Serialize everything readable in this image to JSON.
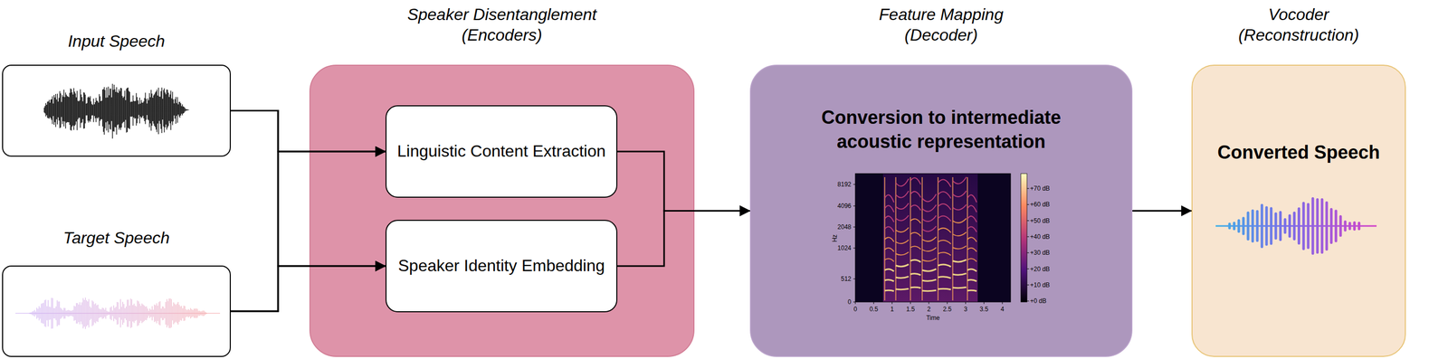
{
  "diagram": {
    "nodes": [
      {
        "text": [
          "Input Speech"
        ]
      },
      {
        "text": [
          "Target Speech"
        ]
      },
      {
        "text": [
          "Speaker Disentanglement (Encoders)"
        ]
      },
      {
        "text": [
          "Linguistic Content Extraction"
        ],
        "in": 2
      },
      {
        "text": [
          "Speaker Identity Embedding"
        ],
        "in": 2
      },
      {
        "text": [
          "Feature Mapping (Decoder)",
          "Conversion to intermediate acoustic representation"
        ]
      },
      {
        "text": [
          "Vocoder (Reconstruction)",
          "Converted Speech"
        ]
      }
    ],
    "edges": [
      {
        "from": 0,
        "to": 3,
        "arrow": "to"
      },
      {
        "from": 0,
        "to": 4,
        "arrow": "to"
      },
      {
        "from": 1,
        "to": 3,
        "arrow": "to"
      },
      {
        "from": 1,
        "to": 4,
        "arrow": "to"
      },
      {
        "from": 3,
        "to": 5,
        "arrow": "to"
      },
      {
        "from": 4,
        "to": 5,
        "arrow": "to"
      },
      {
        "from": 5,
        "to": 6,
        "arrow": "to"
      }
    ],
    "labels": [
      "8192",
      "4096",
      "2048",
      "1024",
      "512",
      "0",
      "Hz",
      "0",
      "0.5",
      "1",
      "1.5",
      "2",
      "2.5",
      "3",
      "3.5",
      "4",
      "Time",
      "+70 dB",
      "+60 dB",
      "+50 dB",
      "+40 dB",
      "+30 dB",
      "+20 dB",
      "+10 dB",
      "+0 dB"
    ]
  }
}
